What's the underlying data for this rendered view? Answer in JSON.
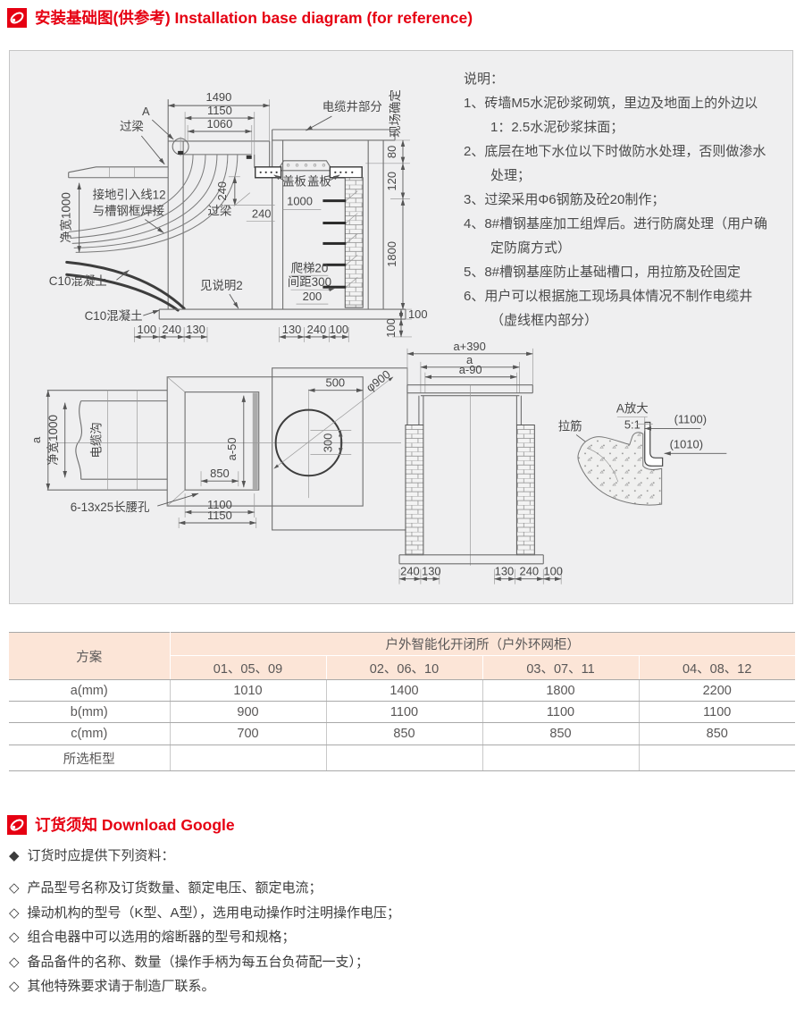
{
  "page": {
    "section1_title": "安装基础图(供参考) Installation base diagram (for reference)",
    "section2_title": "订货须知 Download Google"
  },
  "notes": {
    "heading": "说明：",
    "items": [
      "1、砖墙M5水泥砂浆砌筑，里边及地面上的外边以1：2.5水泥砂浆抹面；",
      "2、底层在地下水位以下时做防水处理，否则做渗水处理；",
      "3、过梁采用Φ6钢筋及砼20制作；",
      "4、8#槽钢基座加工组焊后。进行防腐处理（用户确定防腐方式）",
      "5、8#槽钢基座防止基础槽口，用拉筋及砼固定",
      "6、用户可以根据施工现场具体情况不制作电缆井（虚线框内部分）"
    ]
  },
  "diagram": {
    "labels": {
      "a_mark": "A",
      "guoliang1": "过梁",
      "d1490": "1490",
      "d1150": "1150",
      "d1060": "1060",
      "cablewell": "电缆井部分",
      "site": "现场确定",
      "ground1": "接地引入线12",
      "ground2": "与槽钢框焊接",
      "width1000": "净宽1000",
      "gb1": "盖板",
      "gb2": "盖板",
      "d1000": "1000",
      "d240v": "240",
      "guoliang2": "过梁",
      "d240h": "240",
      "ladder1": "爬梯20",
      "ladder2": "间距300",
      "d200": "200",
      "d80": "80",
      "d120": "120",
      "d1800": "1800",
      "d100a": "100",
      "d100b": "100",
      "c10a": "C10混凝土",
      "c10b": "C10混凝土",
      "note2": "见说明2",
      "bl100": "100",
      "bl240": "240",
      "bl130": "130",
      "br130": "130",
      "br240": "240",
      "br100": "100",
      "pa": "a",
      "trench": "电缆沟",
      "width1000b": "净宽1000",
      "a50": "a-50",
      "d850": "850",
      "d1100": "1100",
      "d1150b": "1150",
      "holes": "6-13x25长腰孔",
      "d500": "500",
      "phi900": "φ900",
      "d300": "300",
      "a390": "a+390",
      "sa": "a",
      "a90": "a-90",
      "s240a": "240",
      "s130a": "130",
      "s130b": "130",
      "s240b": "240",
      "s100": "100",
      "lajin": "拉筋",
      "afd": "A放大",
      "scale": "5:1",
      "p1100": "(1100)",
      "p1010": "(1010)"
    }
  },
  "table": {
    "corner": "方案",
    "group_header": "户外智能化开闭所（户外环网柜）",
    "columns": [
      "01、05、09",
      "02、06、10",
      "03、07、11",
      "04、08、12"
    ],
    "rows": [
      {
        "label": "a(mm)",
        "values": [
          "1010",
          "1400",
          "1800",
          "2200"
        ]
      },
      {
        "label": "b(mm)",
        "values": [
          "900",
          "1100",
          "1100",
          "1100"
        ]
      },
      {
        "label": "c(mm)",
        "values": [
          "700",
          "850",
          "850",
          "850"
        ]
      },
      {
        "label": "所选柜型",
        "values": [
          "",
          "",
          "",
          ""
        ]
      }
    ]
  },
  "ordering": {
    "intro_bullet": "◆",
    "item_bullet": "◇",
    "intro": "订货时应提供下列资料：",
    "items": [
      "产品型号名称及订货数量、额定电压、额定电流；",
      "操动机构的型号（K型、A型），选用电动操作时注明操作电压；",
      "组合电器中可以选用的熔断器的型号和规格；",
      "备品备件的名称、数量（操作手柄为每五台负荷配一支）；",
      "其他特殊要求请于制造厂联系。"
    ]
  }
}
